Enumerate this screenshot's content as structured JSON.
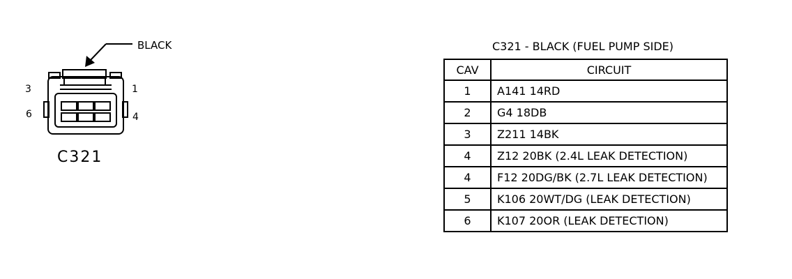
{
  "connector": {
    "name": "C321",
    "color_label": "BLACK",
    "cavity_labels": {
      "top_left": "3",
      "top_right": "1",
      "bottom_left": "6",
      "bottom_right": "4"
    }
  },
  "table": {
    "title": "C321 - BLACK (FUEL PUMP SIDE)",
    "headers": {
      "cav": "CAV",
      "circuit": "CIRCUIT"
    },
    "rows": [
      {
        "cav": "1",
        "circuit": "A141 14RD"
      },
      {
        "cav": "2",
        "circuit": "G4 18DB"
      },
      {
        "cav": "3",
        "circuit": "Z211 14BK"
      },
      {
        "cav": "4",
        "circuit": "Z12 20BK (2.4L LEAK DETECTION)"
      },
      {
        "cav": "4",
        "circuit": "F12 20DG/BK (2.7L LEAK DETECTION)"
      },
      {
        "cav": "5",
        "circuit": "K106 20WT/DG (LEAK DETECTION)"
      },
      {
        "cav": "6",
        "circuit": "K107 20OR (LEAK DETECTION)"
      }
    ]
  }
}
